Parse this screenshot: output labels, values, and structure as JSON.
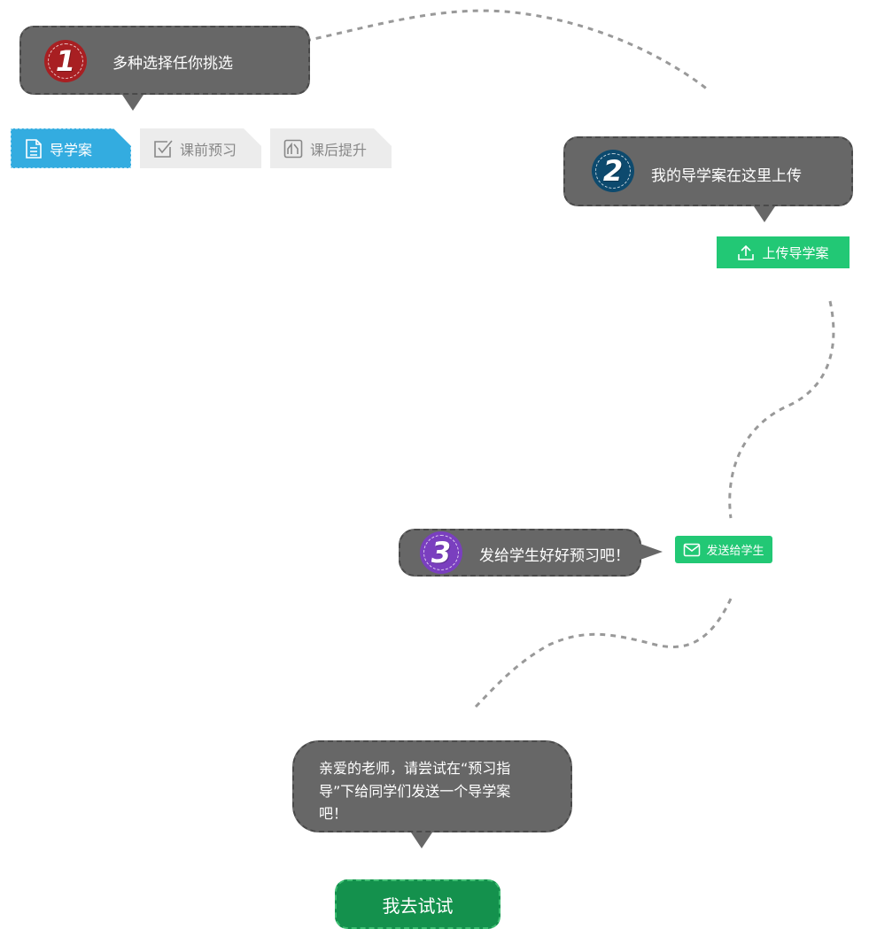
{
  "steps": [
    {
      "number": "1",
      "text": "多种选择任你挑选",
      "badge_color": "#a81f22"
    },
    {
      "number": "2",
      "text": "我的导学案在这里上传",
      "badge_color": "#0d4a6e"
    },
    {
      "number": "3",
      "text": "发给学生好好预习吧！",
      "badge_color": "#7a3fbf"
    }
  ],
  "tabs": [
    {
      "label": "导学案",
      "icon": "document-icon",
      "active": true
    },
    {
      "label": "课前预习",
      "icon": "checkbox-icon",
      "active": false
    },
    {
      "label": "课后提升",
      "icon": "chart-icon",
      "active": false
    }
  ],
  "upload_button": {
    "label": "上传导学案",
    "icon": "upload-icon"
  },
  "send_button": {
    "label": "发送给学生",
    "icon": "mail-icon"
  },
  "tip": {
    "line1": "亲爱的老师，请尝试在“预习指",
    "line2": "导”下给同学们发送一个导学案",
    "line3": "吧！"
  },
  "try_button": {
    "label": "我去试试"
  },
  "colors": {
    "bubble": "#676767",
    "tab_active": "#33ace0",
    "tab_inactive": "#ececec",
    "action_green": "#22c875",
    "try_green": "#14914d"
  }
}
